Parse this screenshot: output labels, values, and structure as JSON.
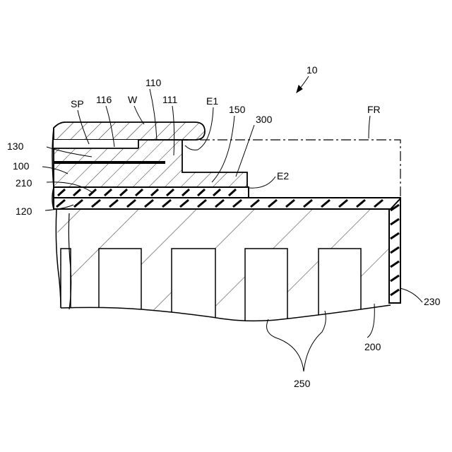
{
  "figure": {
    "labels": {
      "n10": "10",
      "n110": "110",
      "n116": "116",
      "sp": "SP",
      "w": "W",
      "n111": "111",
      "e1": "E1",
      "n150": "150",
      "n300": "300",
      "fr": "FR",
      "n130": "130",
      "n100": "100",
      "n210": "210",
      "e2": "E2",
      "n120": "120",
      "n230": "230",
      "n200": "200",
      "n250": "250"
    }
  }
}
